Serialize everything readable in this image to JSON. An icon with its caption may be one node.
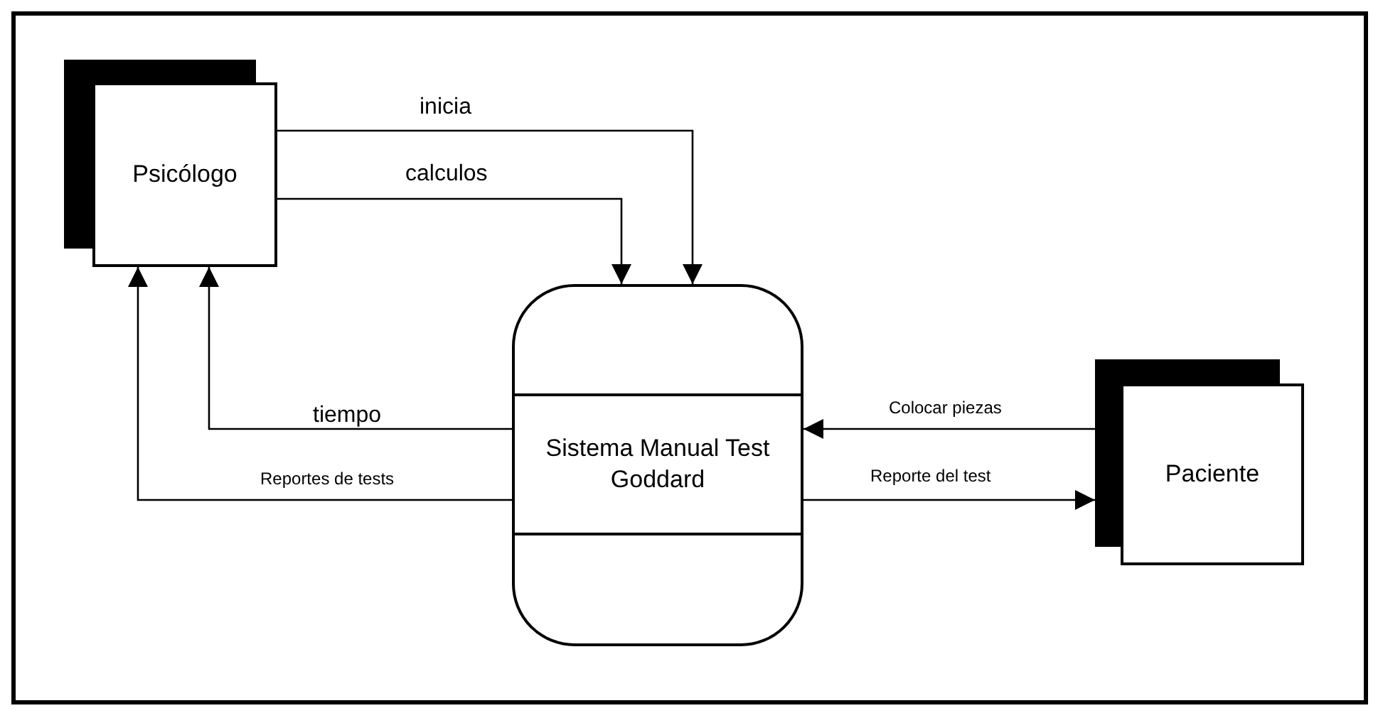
{
  "diagram": {
    "nodes": [
      {
        "text": [
          "Psicólogo"
        ]
      },
      {
        "text": [
          "Sistema Manual Test Goddard"
        ]
      },
      {
        "text": [
          "Paciente"
        ]
      }
    ],
    "edges": [
      {
        "from": 0,
        "to": 1,
        "arrow": "to",
        "label": "inicia"
      },
      {
        "from": 0,
        "to": 1,
        "arrow": "to",
        "label": "calculos"
      },
      {
        "from": 1,
        "to": 0,
        "arrow": "to",
        "label": "tiempo"
      },
      {
        "from": 1,
        "to": 0,
        "arrow": "to",
        "label": "Reportes de tests"
      },
      {
        "from": 2,
        "to": 1,
        "arrow": "to",
        "label": "Colocar piezas"
      },
      {
        "from": 1,
        "to": 2,
        "arrow": "to",
        "label": "Reporte del test"
      }
    ]
  }
}
